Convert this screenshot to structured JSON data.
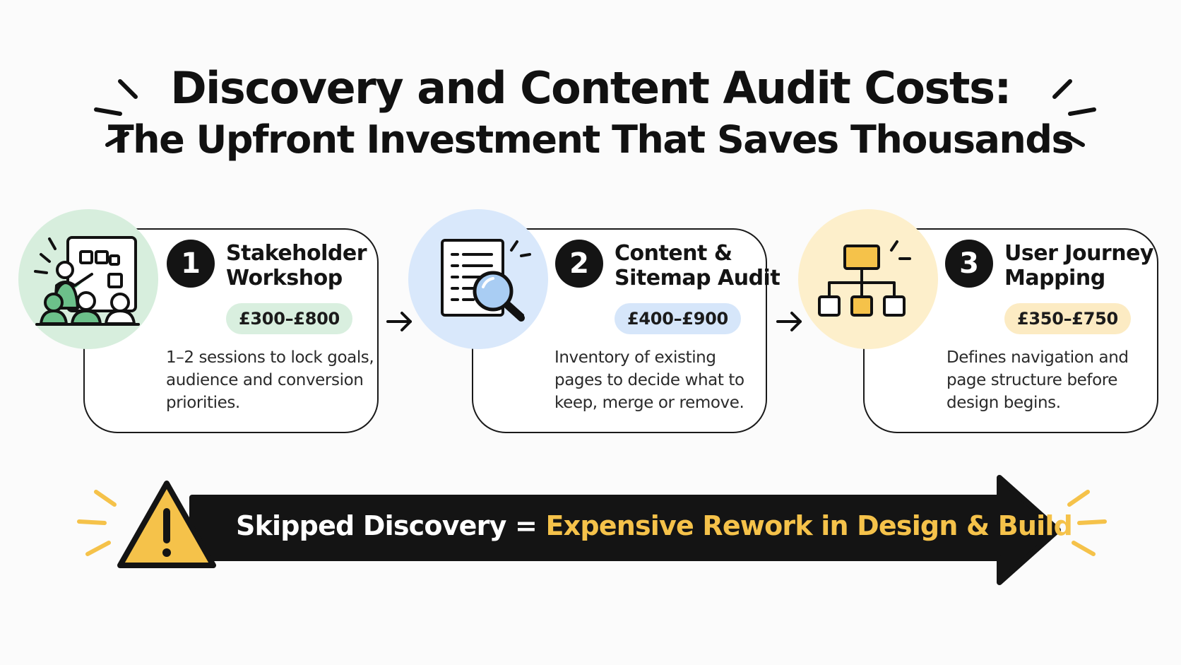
{
  "title": {
    "line1": "Discovery and Content Audit Costs:",
    "line2": "The Upfront Investment That Saves Thousands"
  },
  "steps": [
    {
      "number": "1",
      "title": "Stakeholder\nWorkshop",
      "price": "£300–£800",
      "description": "1–2 sessions to lock goals, audience and conversion priorities.",
      "icon": "workshop-icon",
      "accent": "#d7eedd",
      "price_bg": "#d9efdf"
    },
    {
      "number": "2",
      "title": "Content &\nSitemap Audit",
      "price": "£400–£900",
      "description": "Inventory of existing pages to decide what to keep, merge or remove.",
      "icon": "document-search-icon",
      "accent": "#d9e8fb",
      "price_bg": "#d6e6fa"
    },
    {
      "number": "3",
      "title": "User Journey\nMapping",
      "price": "£350–£750",
      "description": "Defines navigation and page structure before design begins.",
      "icon": "sitemap-icon",
      "accent": "#fdefcb",
      "price_bg": "#fcebc3"
    }
  ],
  "banner": {
    "left_text": "Skipped Discovery =",
    "right_text": "Expensive Rework in Design & Build",
    "icon": "warning-icon",
    "highlight_color": "#f5c24a"
  }
}
